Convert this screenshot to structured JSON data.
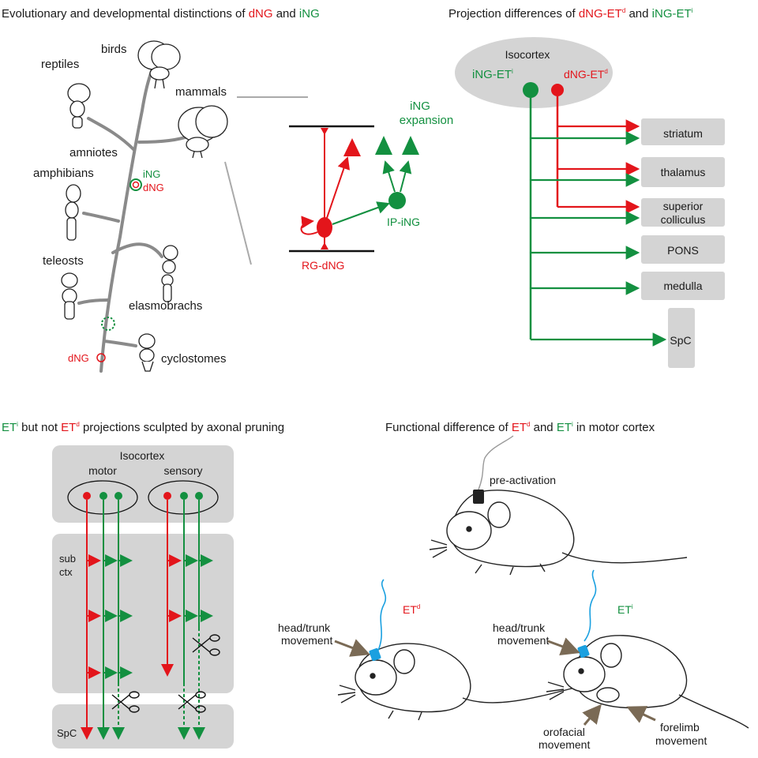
{
  "panel_a": {
    "title_prefix": "Evolutionary and developmental distinctions of ",
    "title_red": "dNG",
    "title_mid": " and ",
    "title_green": "iNG",
    "taxa": {
      "birds": "birds",
      "reptiles": "reptiles",
      "mammals": "mammals",
      "amniotes": "amniotes",
      "amphibians": "amphibians",
      "teleosts": "teleosts",
      "elasmobranchs": "elasmobrachs",
      "cyclostomes": "cyclostomes"
    },
    "ing_marker": "iNG",
    "dng_marker": "dNG",
    "dng_root": "dNG",
    "expansion_line1": "iNG",
    "expansion_line2": "expansion",
    "ip_ing": "IP-iNG",
    "rg_dng": "RG-dNG"
  },
  "panel_b": {
    "title_prefix": "Projection differences of ",
    "title_red": "dNG-ET",
    "title_red_sup": "d",
    "title_mid": " and ",
    "title_green": "iNG-ET",
    "title_green_sup": "i",
    "isocortex": "Isocortex",
    "ing_et": "iNG-ET",
    "ing_et_sup": "i",
    "dng_et": "dNG-ET",
    "dng_et_sup": "d",
    "targets": [
      "striatum",
      "thalamus",
      "superior",
      "colliculus",
      "PONS",
      "medulla",
      "SpC"
    ]
  },
  "panel_c": {
    "title_green": "ET",
    "title_green_sup": "i",
    "title_mid": " but not ",
    "title_red": "ET",
    "title_red_sup": "d",
    "title_suffix": " projections sculpted by axonal pruning",
    "isocortex": "Isocortex",
    "motor": "motor",
    "sensory": "sensory",
    "sub": "sub",
    "ctx": "ctx",
    "spc": "SpC"
  },
  "panel_d": {
    "title_prefix": "Functional difference of ",
    "title_red": "ET",
    "title_red_sup": "d",
    "title_mid": " and ",
    "title_green": "ET",
    "title_green_sup": "i",
    "title_suffix": " in motor cortex",
    "pre_activation": "pre-activation",
    "etd_label": "ET",
    "etd_sup": "d",
    "eti_label": "ET",
    "eti_sup": "i",
    "head_trunk_1": "head/trunk",
    "movement": "movement",
    "head_trunk_2": "head/trunk",
    "movement_2": "movement",
    "orofacial": "orofacial",
    "orofacial_movement": "movement",
    "forelimb": "forelimb",
    "forelimb_movement": "movement"
  },
  "colors": {
    "red": "#e3151b",
    "green": "#139040",
    "box_gray": "#d4d4d4",
    "tree_gray": "#8a8a8a",
    "probe_blue": "#1aa0e0"
  }
}
